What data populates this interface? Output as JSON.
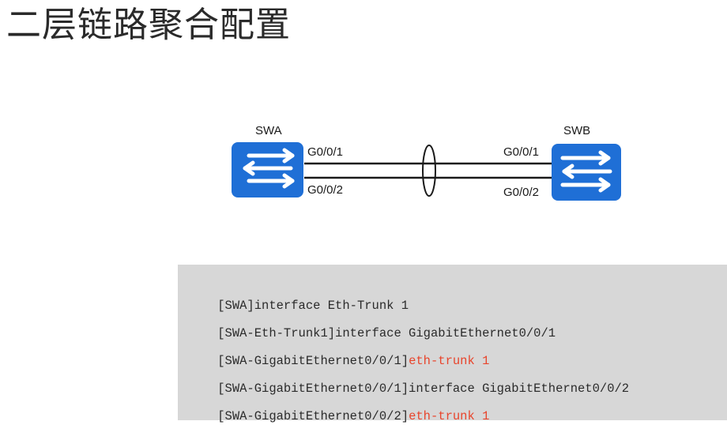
{
  "title": "二层链路聚合配置",
  "diagram": {
    "nodes": [
      {
        "id": "SWA",
        "label": "SWA",
        "ports": [
          "G0/0/1",
          "G0/0/2"
        ]
      },
      {
        "id": "SWB",
        "label": "SWB",
        "ports": [
          "G0/0/1",
          "G0/0/2"
        ]
      }
    ],
    "colors": {
      "switch": "#1f6fd6",
      "arrow": "#ffffff",
      "link": "#1a1a1a"
    },
    "icons": [
      "switch-icon",
      "link-aggregation-ellipse"
    ]
  },
  "code": [
    {
      "prefix": "[SWA]interface Eth-Trunk 1",
      "highlight": ""
    },
    {
      "prefix": "[SWA-Eth-Trunk1]interface GigabitEthernet0/0/1",
      "highlight": ""
    },
    {
      "prefix": "[SWA-GigabitEthernet0/0/1]",
      "highlight": "eth-trunk 1"
    },
    {
      "prefix": "[SWA-GigabitEthernet0/0/1]interface GigabitEthernet0/0/2",
      "highlight": ""
    },
    {
      "prefix": "[SWA-GigabitEthernet0/0/2]",
      "highlight": "eth-trunk 1"
    }
  ],
  "code_colors": {
    "highlight": "#e8452c",
    "text": "#2b2b2b",
    "background": "#d7d7d7"
  }
}
